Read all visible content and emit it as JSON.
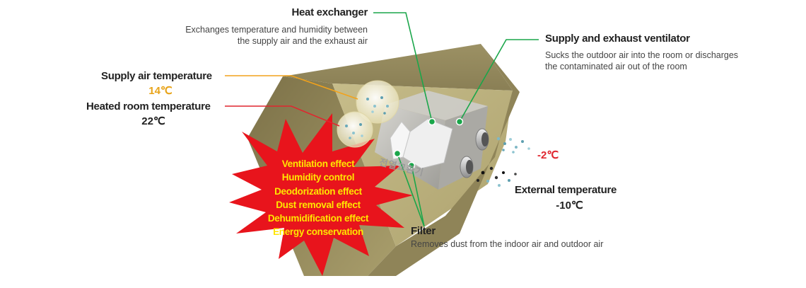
{
  "colors": {
    "leader_green": "#1aa64a",
    "leader_orange": "#f2a21b",
    "leader_red": "#e0262f",
    "supply_temp": "#e8a41a",
    "outflow_temp": "#e0262f",
    "burst_fill": "#e8141c",
    "burst_text": "#ffe600",
    "room_khaki": "#a69b6a"
  },
  "heat_exchanger": {
    "title": "Heat exchanger",
    "desc_line1": "Exchanges temperature and humidity between",
    "desc_line2": "the supply air and the exhaust air"
  },
  "ventilator": {
    "title": "Supply and exhaust ventilator",
    "desc_line1": "Sucks the outdoor air into the room or discharges",
    "desc_line2": "the contaminated air out of the room"
  },
  "supply_air": {
    "title": "Supply air temperature",
    "value": "14℃"
  },
  "heated_room": {
    "title": "Heated room temperature",
    "value": "22℃"
  },
  "outflow": {
    "value": "-2℃"
  },
  "external": {
    "title": "External temperature",
    "value": "-10℃"
  },
  "filter": {
    "title": "Filter",
    "desc": "Removes dust from the indoor air and outdoor air"
  },
  "device_label": "전열교환기",
  "effects": [
    "Ventilation effect",
    "Humidity control",
    "Deodorization effect",
    "Dust removal effect",
    "Dehumidification effect",
    "Energy conservation"
  ]
}
